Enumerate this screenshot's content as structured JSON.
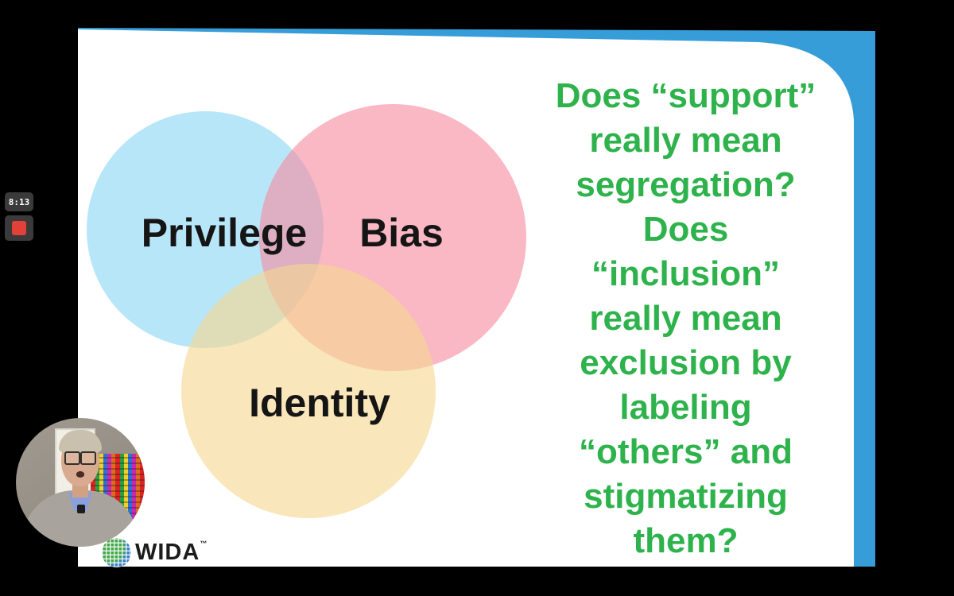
{
  "player": {
    "background_color": "#000000",
    "timer_label": "8:13",
    "record_stop_icon": "■"
  },
  "slide": {
    "accent_color": "#379dd9",
    "background_color": "#ffffff",
    "venn": {
      "circles": [
        {
          "label": "Privilege",
          "color": "#b8e5f8",
          "fill": "rgba(140,214,246,0.62)"
        },
        {
          "label": "Bias",
          "color": "#f9b8c4",
          "fill": "rgba(245,140,160,0.62)"
        },
        {
          "label": "Identity",
          "color": "#f9e6ba",
          "fill": "rgba(245,215,144,0.62)"
        }
      ],
      "label_color": "#151515"
    },
    "question": {
      "color": "#2eb34c",
      "lines": [
        "Does “support”",
        "really mean",
        "segregation?",
        "Does",
        "“inclusion”",
        "really mean",
        "exclusion by",
        "labeling",
        "“others” and",
        "stigmatizing",
        "them?"
      ],
      "full_text": "Does “support” really mean segregation? Does “inclusion” really mean exclusion by labeling “others” and stigmatizing them?"
    },
    "logo": {
      "text": "WIDA",
      "trademark": "™",
      "globe_colors": [
        "#46a84d",
        "#3c82c4"
      ]
    }
  }
}
